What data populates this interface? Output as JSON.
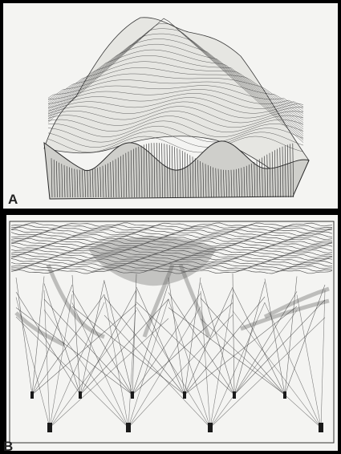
{
  "figure": {
    "panels": [
      {
        "id": "A",
        "label": "A"
      },
      {
        "id": "B",
        "label": "B"
      }
    ],
    "colors": {
      "frame": "#000000",
      "paper": "#f4f4f2",
      "ink": "#2a2a2a",
      "shade": "#555555"
    }
  }
}
